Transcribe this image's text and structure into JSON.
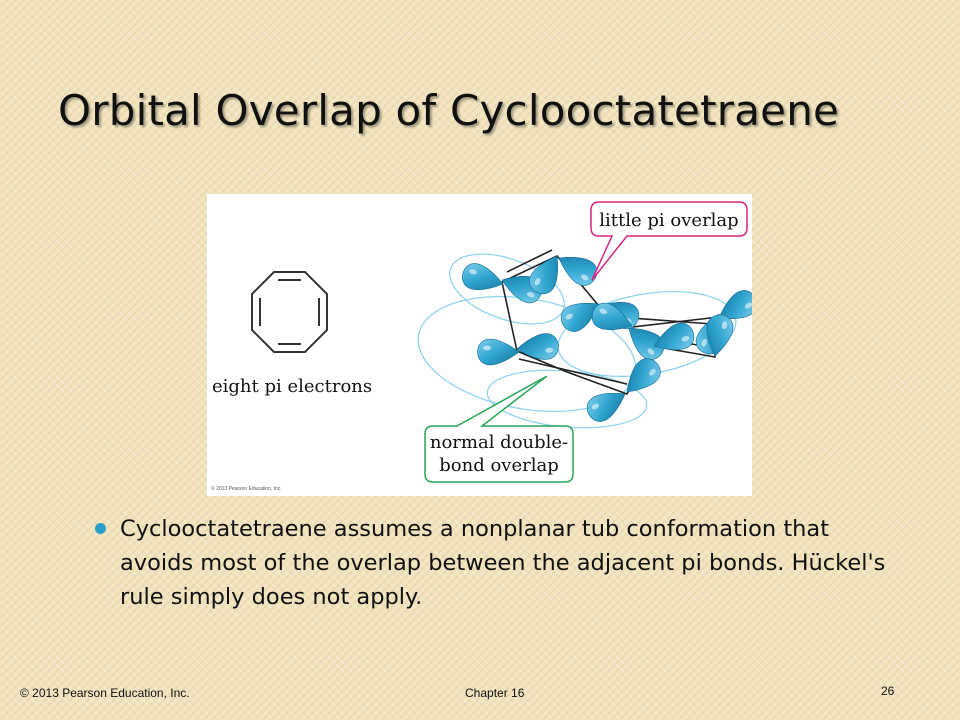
{
  "slide": {
    "title": "Orbital Overlap of Cyclooctatetraene",
    "figure": {
      "label_left": "eight pi electrons",
      "callout_top": "little pi overlap",
      "callout_bottom_line1": "normal double-",
      "callout_bottom_line2": "bond overlap",
      "copyright": "© 2013 Pearson Education, Inc."
    },
    "bullets": [
      "Cyclooctatetraene assumes a nonplanar tub conformation that avoids most of the overlap between the adjacent pi bonds. Hückel's rule simply does not apply."
    ],
    "footer": {
      "copyright": "© 2013 Pearson Education, Inc.",
      "chapter": "Chapter 16",
      "page": "26"
    }
  },
  "colors": {
    "accent_bullet": "#2a9fc8",
    "callout_magenta": "#d6257e",
    "callout_green": "#29a65a",
    "orbital_blue": "#2ea3cf"
  }
}
